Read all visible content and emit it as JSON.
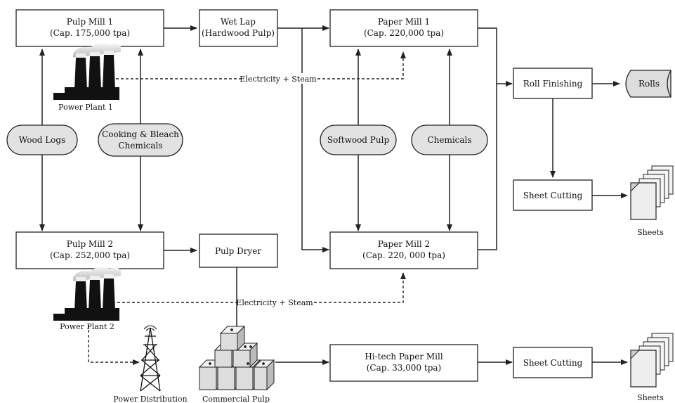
{
  "nodes": {
    "pulp_mill_1": {
      "line1": "Pulp Mill 1",
      "line2": "(Cap. 175,000 tpa)"
    },
    "wet_lap": {
      "line1": "Wet Lap",
      "line2": "(Hardwood Pulp)"
    },
    "paper_mill_1": {
      "line1": "Paper Mill 1",
      "line2": "(Cap. 220,000 tpa)"
    },
    "roll_finishing": {
      "label": "Roll Finishing"
    },
    "rolls": {
      "label": "Rolls"
    },
    "wood_logs": {
      "label": "Wood Logs"
    },
    "cooking_chem": {
      "line1": "Cooking & Bleach",
      "line2": "Chemicals"
    },
    "softwood_pulp": {
      "label": "Softwood Pulp"
    },
    "chemicals": {
      "label": "Chemicals"
    },
    "sheet_cutting_1": {
      "label": "Sheet Cutting"
    },
    "sheets_1": {
      "label": "Sheets"
    },
    "pulp_mill_2": {
      "line1": "Pulp Mill 2",
      "line2": "(Cap. 252,000 tpa)"
    },
    "pulp_dryer": {
      "label": "Pulp Dryer"
    },
    "paper_mill_2": {
      "line1": "Paper Mill 2",
      "line2": "(Cap. 220, 000 tpa)"
    },
    "hitech_mill": {
      "line1": "Hi-tech Paper Mill",
      "line2": "(Cap. 33,000 tpa)"
    },
    "sheet_cutting_2": {
      "label": "Sheet Cutting"
    },
    "sheets_2": {
      "label": "Sheets"
    },
    "power_plant_1": {
      "label": "Power Plant 1"
    },
    "power_plant_2": {
      "label": "Power Plant 2"
    },
    "power_distribution": {
      "label": "Power Distribution"
    },
    "commercial_pulp": {
      "label": "Commercial Pulp"
    }
  },
  "edges": {
    "electricity_1": "Electricity + Steam",
    "electricity_2": "Electricity + Steam"
  },
  "icons": {
    "power_plant": "factory-smokestack-icon",
    "tower": "transmission-tower-icon",
    "crates": "stacked-boxes-icon",
    "sheets": "paper-stack-icon",
    "rolls": "paper-roll-icon"
  }
}
